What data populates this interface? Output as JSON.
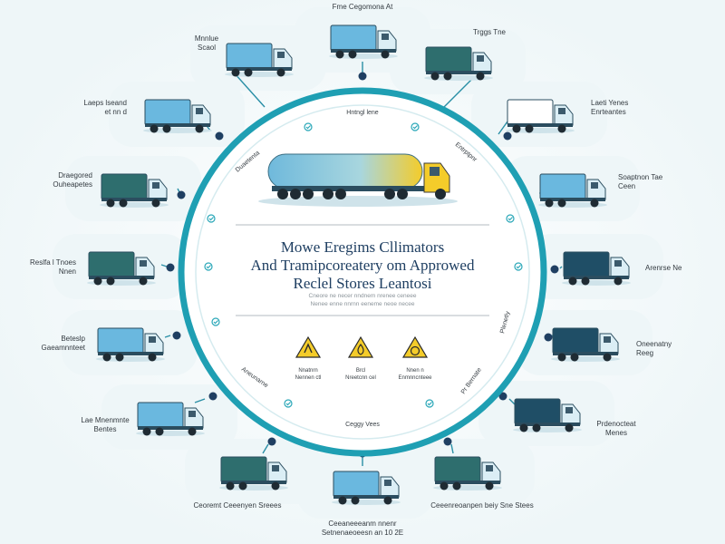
{
  "colors": {
    "ring": "#1f9fb3",
    "spoke": "#2a8fa6",
    "dot": "#1f3f62",
    "truck_blue": "#6ab8df",
    "truck_dark": "#1f4e66",
    "truck_green": "#2e6e6e",
    "accent_yellow": "#f4cc2a",
    "background_band": "#eef6f8"
  },
  "header": {
    "top_label": "Fme Cegomona At"
  },
  "center": {
    "ring_label_top": "Hntngl lene",
    "ring_label_bottom": "Ceggy Vees",
    "ring_label_left_upper": "Duaetenta",
    "ring_label_right_upper": "Entrptpnr",
    "ring_label_left_lower": "Aneunarne",
    "ring_label_right_lower": "Pr Bernate",
    "ring_label_right_mid": "Plenetly",
    "title_line1": "Mowe Eregims Cllimators",
    "title_line2": "And Tramipcoreatery om Approwed",
    "title_line3": "Reclel Stores Leantosi",
    "subtitle_line1": "Cneore ne necer nndnem nrenee ceneee",
    "subtitle_line2": "Nenee enne nnrnn eeneme neoe necee",
    "warnings": [
      {
        "icon": "hazard-triangle-icon",
        "label_line1": "Nnatnrn",
        "label_line2": "Nennen ctl"
      },
      {
        "icon": "flame-warning-icon",
        "label_line1": "Brcl",
        "label_line2": "Nreetcnn cel"
      },
      {
        "icon": "gauge-warning-icon",
        "label_line1": "Nnen n",
        "label_line2": "Enmnncnteee"
      }
    ]
  },
  "vehicles": [
    {
      "icon": "box-truck-icon",
      "label_line1": "Mnnlue",
      "label_line2": "Scaol"
    },
    {
      "icon": "tanker-truck-icon",
      "label_line1": "Fme Cegomona At",
      "label_line2": ""
    },
    {
      "icon": "dump-truck-icon",
      "label_line1": "Trggs Tne",
      "label_line2": ""
    },
    {
      "icon": "flatbed-truck-icon",
      "label_line1": "Laeps lseand",
      "label_line2": "et nn d"
    },
    {
      "icon": "van-icon",
      "label_line1": "Laeti Yenes",
      "label_line2": "Enrteantes"
    },
    {
      "icon": "trailer-icon",
      "label_line1": "Draegored",
      "label_line2": "Ouheapetes"
    },
    {
      "icon": "delivery-truck-icon",
      "label_line1": "Soaptnon Tae",
      "label_line2": "Ceen"
    },
    {
      "icon": "cargo-trailer-icon",
      "label_line1": "Reslfa l Tnoes",
      "label_line2": "Nnen"
    },
    {
      "icon": "utility-truck-icon",
      "label_line1": "Arenrse Ne",
      "label_line2": ""
    },
    {
      "icon": "refrigerated-truck-icon",
      "label_line1": "Beteslp",
      "label_line2": "Gaeamnnteet"
    },
    {
      "icon": "covered-truck-icon",
      "label_line1": "Oneenatny",
      "label_line2": "Reeg"
    },
    {
      "icon": "pickup-truck-icon",
      "label_line1": "Lae Mnenmnte",
      "label_line2": "Bentes"
    },
    {
      "icon": "container-truck-icon",
      "label_line1": "Prdenocteat",
      "label_line2": "Menes"
    },
    {
      "icon": "open-trailer-icon",
      "label_line1": "Ceoremt Ceeenyen Sreees",
      "label_line2": ""
    },
    {
      "icon": "cargo-carrier-icon",
      "label_line1": "Ceeenreoanpen beiy Sne Stees",
      "label_line2": ""
    },
    {
      "icon": "bus-front-icon",
      "label_line1": "Ceeaneeeanm nnenr",
      "label_line2": "Setnenaeoeesn an 10 2E"
    }
  ]
}
